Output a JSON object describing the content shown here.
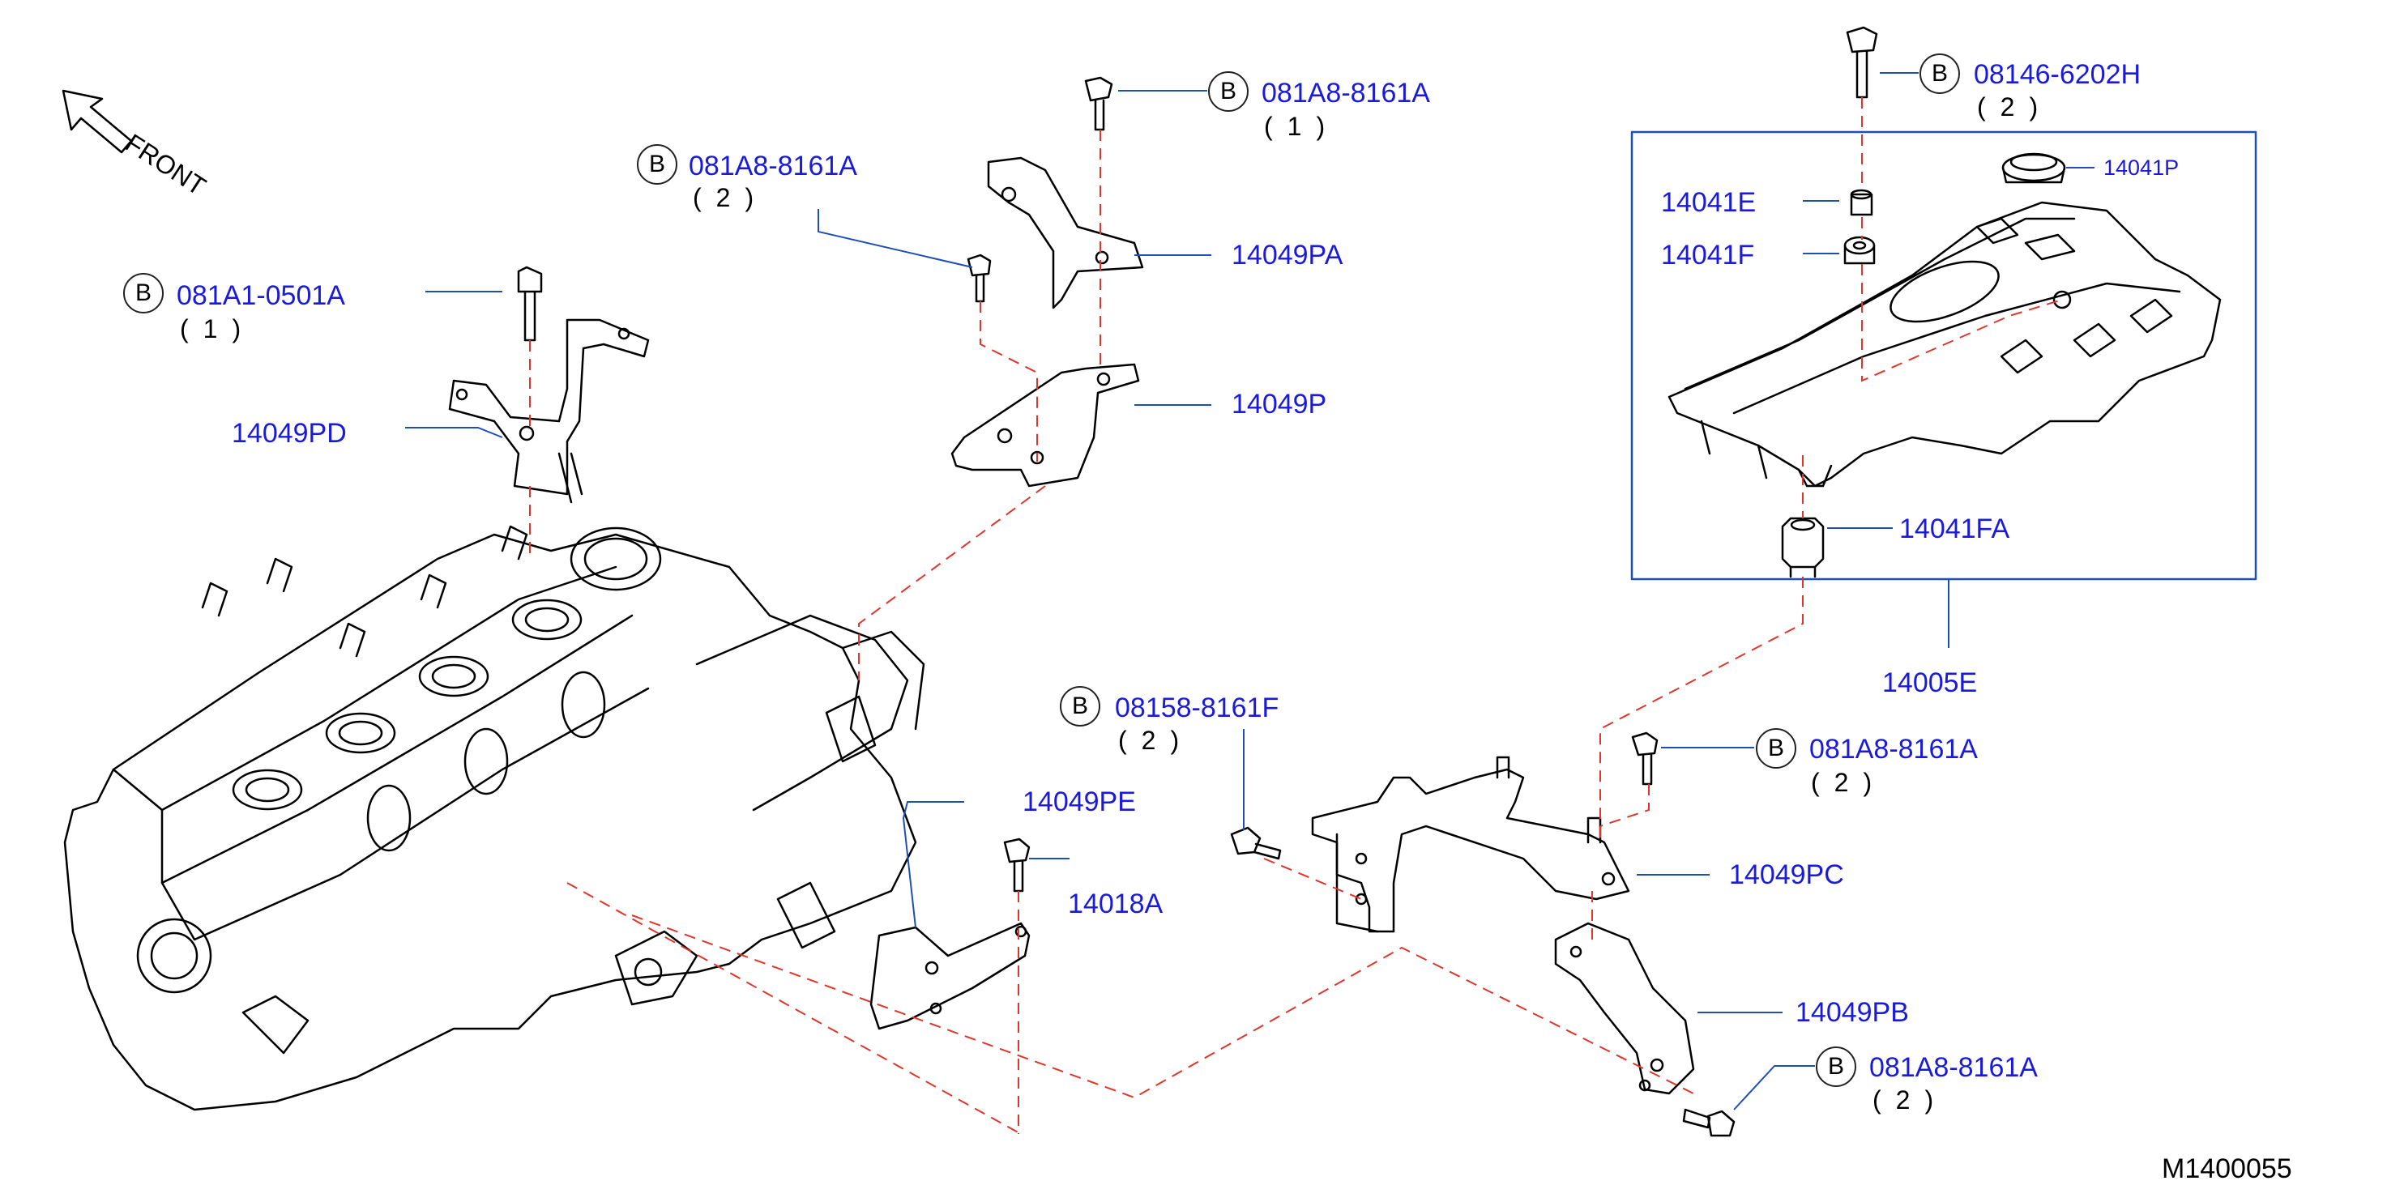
{
  "diagram": {
    "front_label": "FRONT",
    "drawing_code": "M1400055",
    "bolt_symbol": "B",
    "colors": {
      "leader": "#1f4fb5",
      "dashed": "#e0352b",
      "label": "#1a1adb",
      "ink": "#000000"
    },
    "parts": {
      "p081A8_top": {
        "number": "081A8-8161A",
        "qty": "(1)"
      },
      "p081A8_left": {
        "number": "081A8-8161A",
        "qty": "(2)"
      },
      "p081A1": {
        "number": "081A1-0501A",
        "qty": "(1)"
      },
      "p08146": {
        "number": "08146-6202H",
        "qty": "(2)"
      },
      "p08158": {
        "number": "08158-8161F",
        "qty": "(2)"
      },
      "p081A8_mid": {
        "number": "081A8-8161A",
        "qty": "(2)"
      },
      "p081A8_bottom": {
        "number": "081A8-8161A",
        "qty": "(2)"
      },
      "p14049PA": "14049PA",
      "p14049P": "14049P",
      "p14049PD": "14049PD",
      "p14049PE": "14049PE",
      "p14018A": "14018A",
      "p14049PC": "14049PC",
      "p14049PB": "14049PB",
      "p14041E": "14041E",
      "p14041F": "14041F",
      "p14041P": "14041P",
      "p14041FA": "14041FA",
      "p14005E": "14005E"
    }
  }
}
